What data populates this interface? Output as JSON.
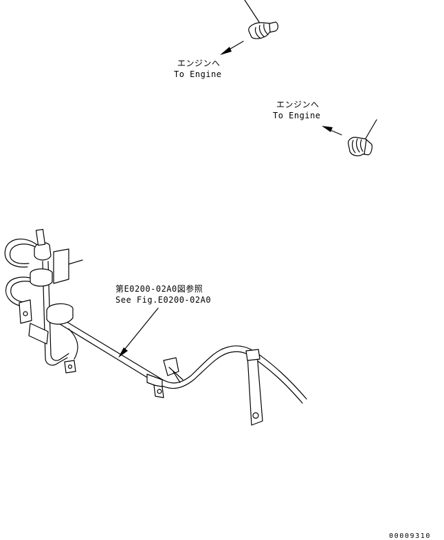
{
  "labels": {
    "engine_1_jp": "エンジンへ",
    "engine_1_en": "To Engine",
    "engine_2_jp": "エンジンへ",
    "engine_2_en": "To Engine",
    "ref_jp": "第E0200-02A0図参照",
    "ref_en": "See Fig.E0200-02A0"
  },
  "drawing_number": "00009310",
  "colors": {
    "ink": "#000000",
    "paper": "#ffffff"
  }
}
